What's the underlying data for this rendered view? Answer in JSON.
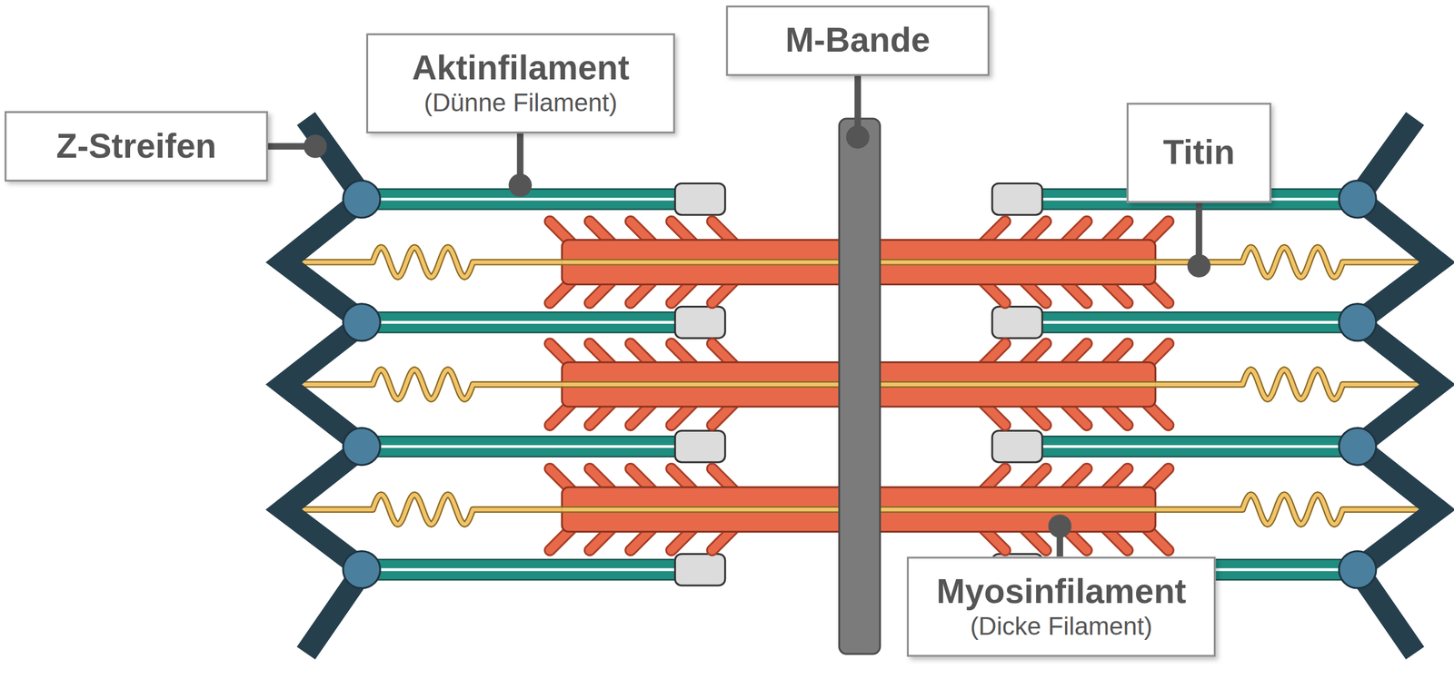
{
  "diagram": {
    "nodes": [
      {
        "text": [
          "M-Bande"
        ]
      },
      {
        "text": [
          "Aktinfilament",
          "(Dünne Filament)"
        ]
      },
      {
        "text": [
          "Titin"
        ]
      },
      {
        "text": [
          "Z-Streifen"
        ]
      },
      {
        "text": [
          "Myosinfilament",
          "(Dicke Filament)"
        ]
      }
    ]
  }
}
